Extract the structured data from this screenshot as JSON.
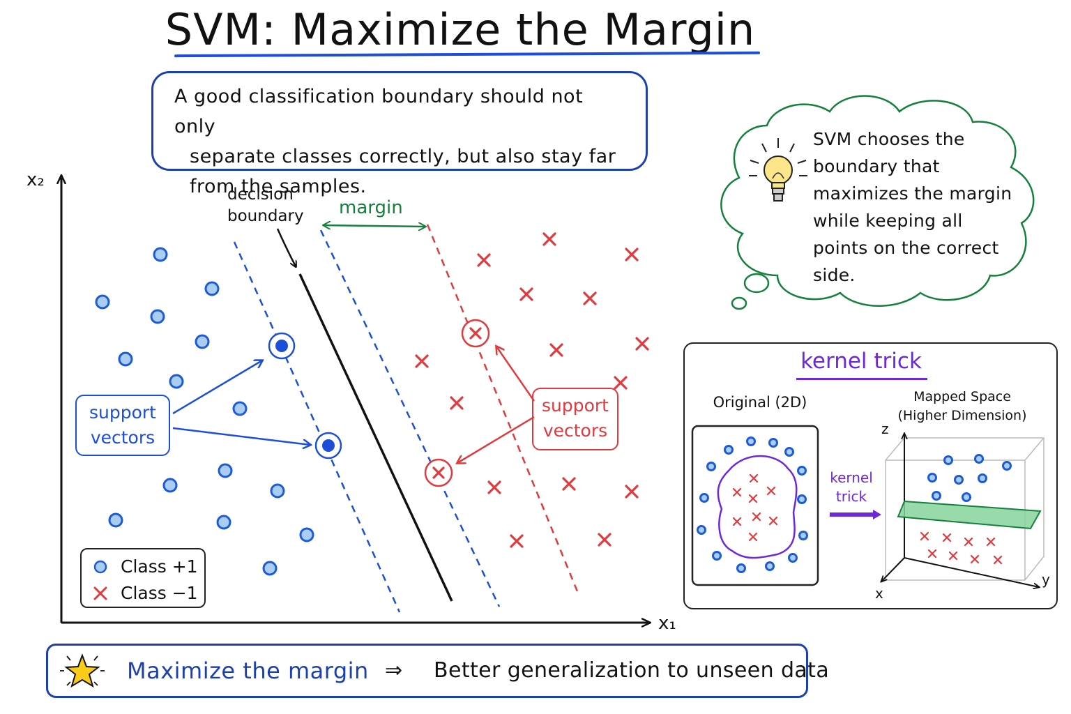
{
  "title": "SVM: Maximize the Margin",
  "intro": {
    "line1": "A good classification boundary should not only",
    "line2": "separate classes correctly, but also stay far",
    "line3": "from the samples."
  },
  "plot": {
    "y_axis_label": "x₂",
    "x_axis_label": "x₁",
    "decision_boundary_line1": "decision",
    "decision_boundary_line2": "boundary",
    "margin_label": "margin",
    "support_left_line1": "support",
    "support_left_line2": "vectors",
    "support_right_line1": "support",
    "support_right_line2": "vectors",
    "legend": {
      "class_pos": "Class +1",
      "class_neg": "Class −1"
    }
  },
  "thought": {
    "line1": "SVM chooses the",
    "line2": "boundary that",
    "line3": "maximizes the margin",
    "line4": "while keeping all",
    "line5": "points on the correct",
    "line6": "side."
  },
  "kernel": {
    "title": "kernel trick",
    "original_label": "Original (2D)",
    "mapped_label_line1": "Mapped Space",
    "mapped_label_line2": "(Higher Dimension)",
    "arrow_label_line1": "kernel",
    "arrow_label_line2": "trick",
    "axis_z": "z",
    "axis_y": "y",
    "axis_x": "x"
  },
  "bottom": {
    "left": "Maximize the margin",
    "implies": "⇒",
    "right": "Better generalization to unseen data"
  },
  "colors": {
    "blue": "#1d5ad8",
    "blue_fill": "#a9cdf5",
    "red": "#e0393e",
    "green": "#15803d",
    "purple": "#6d28d9",
    "navy": "#1e40af"
  },
  "icons": [
    "lightbulb-icon",
    "star-icon",
    "circle-marker-icon",
    "cross-marker-icon"
  ]
}
